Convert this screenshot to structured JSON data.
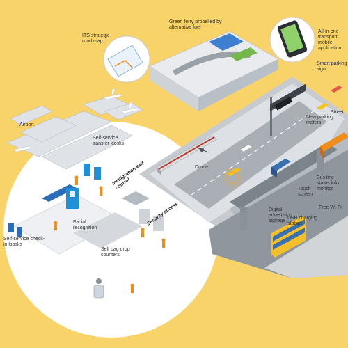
{
  "colors": {
    "background": "#f7d36a",
    "road": "#bfc4c8",
    "building": "#e9ebee",
    "accent_blue": "#1f8fd8",
    "accent_orange": "#f08c1a",
    "train_red": "#c0392b"
  },
  "labels": {
    "its_map": "ITS strategic road map",
    "green_ferry": "Green ferry propelled by alternative fuel",
    "mobile_app": "All-in-one transport mobile application",
    "smart_parking": "Smart parking sign",
    "new_parking_meters": "New parking meters",
    "airport": "Airport",
    "self_service_transfer": "Self-service transfer kiosks",
    "immigration": "Immigration exit control",
    "drone": "Drone",
    "facial_recognition": "Facial recognition",
    "security_access": "Security access",
    "self_bag_drop": "Self bag drop counters",
    "self_service_checkin": "Self-service check-in kiosks",
    "touch_screen": "Touch screen",
    "bus_status": "Bus line status info monitor",
    "free_wifi": "Free Wi-Fi",
    "digital_signage": "Digital advertising signage",
    "usb_charging": "USB charging station",
    "street_cut": "Street"
  }
}
